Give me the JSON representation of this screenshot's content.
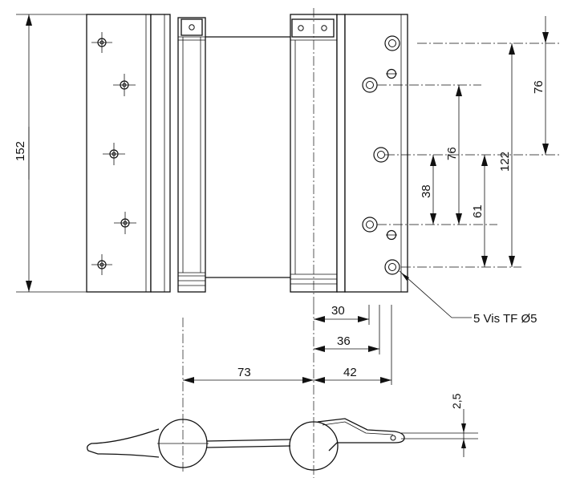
{
  "dimensions": {
    "total_height": "152",
    "hole_spacing_top": "76",
    "hole_spacing_upper": "122",
    "hole_spacing_mid": "76",
    "hole_spacing_small": "38",
    "hole_spacing_lower": "61",
    "offset_30": "30",
    "offset_36": "36",
    "offset_42": "42",
    "offset_73": "73",
    "thickness": "2,5"
  },
  "callout": {
    "screw_label": "5 Vis TF Ø5"
  }
}
